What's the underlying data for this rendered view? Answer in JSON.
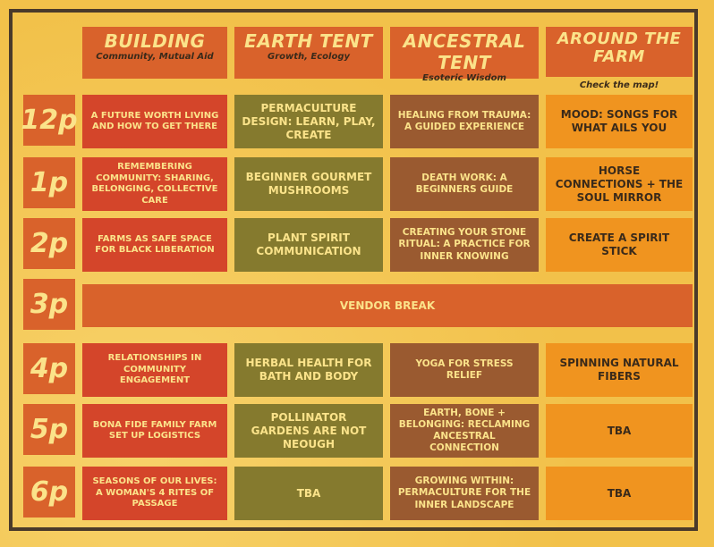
{
  "columns": [
    {
      "title": "BUILDING",
      "subtitle": "Community, Mutual Aid"
    },
    {
      "title": "EARTH TENT",
      "subtitle": "Growth, Ecology"
    },
    {
      "title": "ANCESTRAL TENT",
      "subtitle": "Esoteric Wisdom"
    },
    {
      "title": "AROUND THE FARM",
      "subtitle": ""
    }
  ],
  "map_note": "Check the map!",
  "times": [
    "12p",
    "1p",
    "2p",
    "3p",
    "4p",
    "5p",
    "6p"
  ],
  "rows": [
    [
      "A FUTURE WORTH LIVING AND HOW TO GET THERE",
      "PERMACULTURE DESIGN: LEARN, PLAY, CREATE",
      "HEALING FROM TRAUMA: A GUIDED EXPERIENCE",
      "MOOD: SONGS FOR WHAT AILS YOU"
    ],
    [
      "REMEMBERING COMMUNITY: SHARING, BELONGING, COLLECTIVE CARE",
      "BEGINNER GOURMET MUSHROOMS",
      "DEATH WORK: A BEGINNERS GUIDE",
      "HORSE CONNECTIONS + THE SOUL MIRROR"
    ],
    [
      "FARMS AS SAFE SPACE FOR BLACK LIBERATION",
      "PLANT SPIRIT COMMUNICATION",
      "CREATING YOUR STONE RITUAL: A PRACTICE FOR INNER KNOWING",
      "CREATE A SPIRIT STICK"
    ],
    [
      "RELATIONSHIPS IN COMMUNITY ENGAGEMENT",
      "HERBAL HEALTH FOR BATH AND BODY",
      "YOGA FOR STRESS RELIEF",
      "SPINNING NATURAL FIBERS"
    ],
    [
      "BONA FIDE FAMILY FARM SET UP LOGISTICS",
      "POLLINATOR GARDENS ARE NOT NEOUGH",
      "EARTH, BONE + BELONGING: RECLAMING ANCESTRAL CONNECTION",
      "TBA"
    ],
    [
      "SEASONS OF OUR LIVES: A WOMAN'S 4 RITES OF PASSAGE",
      "TBA",
      "GROWING WITHIN: PERMACULTURE FOR THE INNER LANDSCAPE",
      "TBA"
    ]
  ],
  "break_label": "VENDOR BREAK"
}
